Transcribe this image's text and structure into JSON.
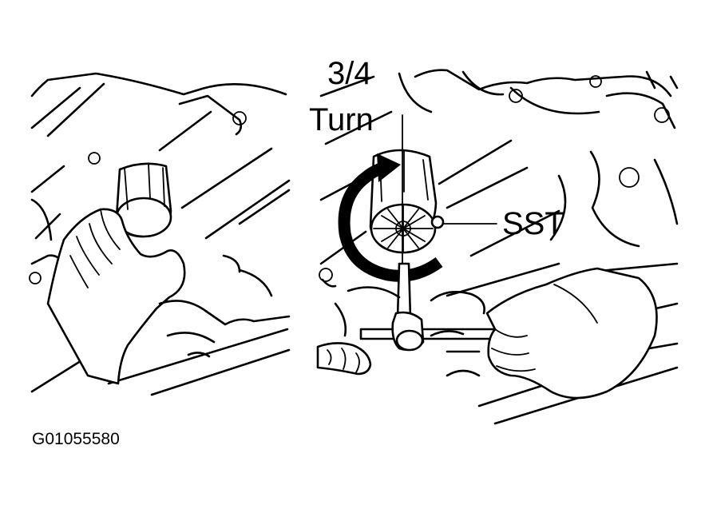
{
  "labels": {
    "fraction": "3/4",
    "turn": "Turn",
    "tool": "SST",
    "figure_id": "G01055580"
  },
  "colors": {
    "ink": "#000000",
    "background": "#ffffff"
  },
  "icons": {
    "rotation_arrow": "curved-arrow-clockwise"
  }
}
